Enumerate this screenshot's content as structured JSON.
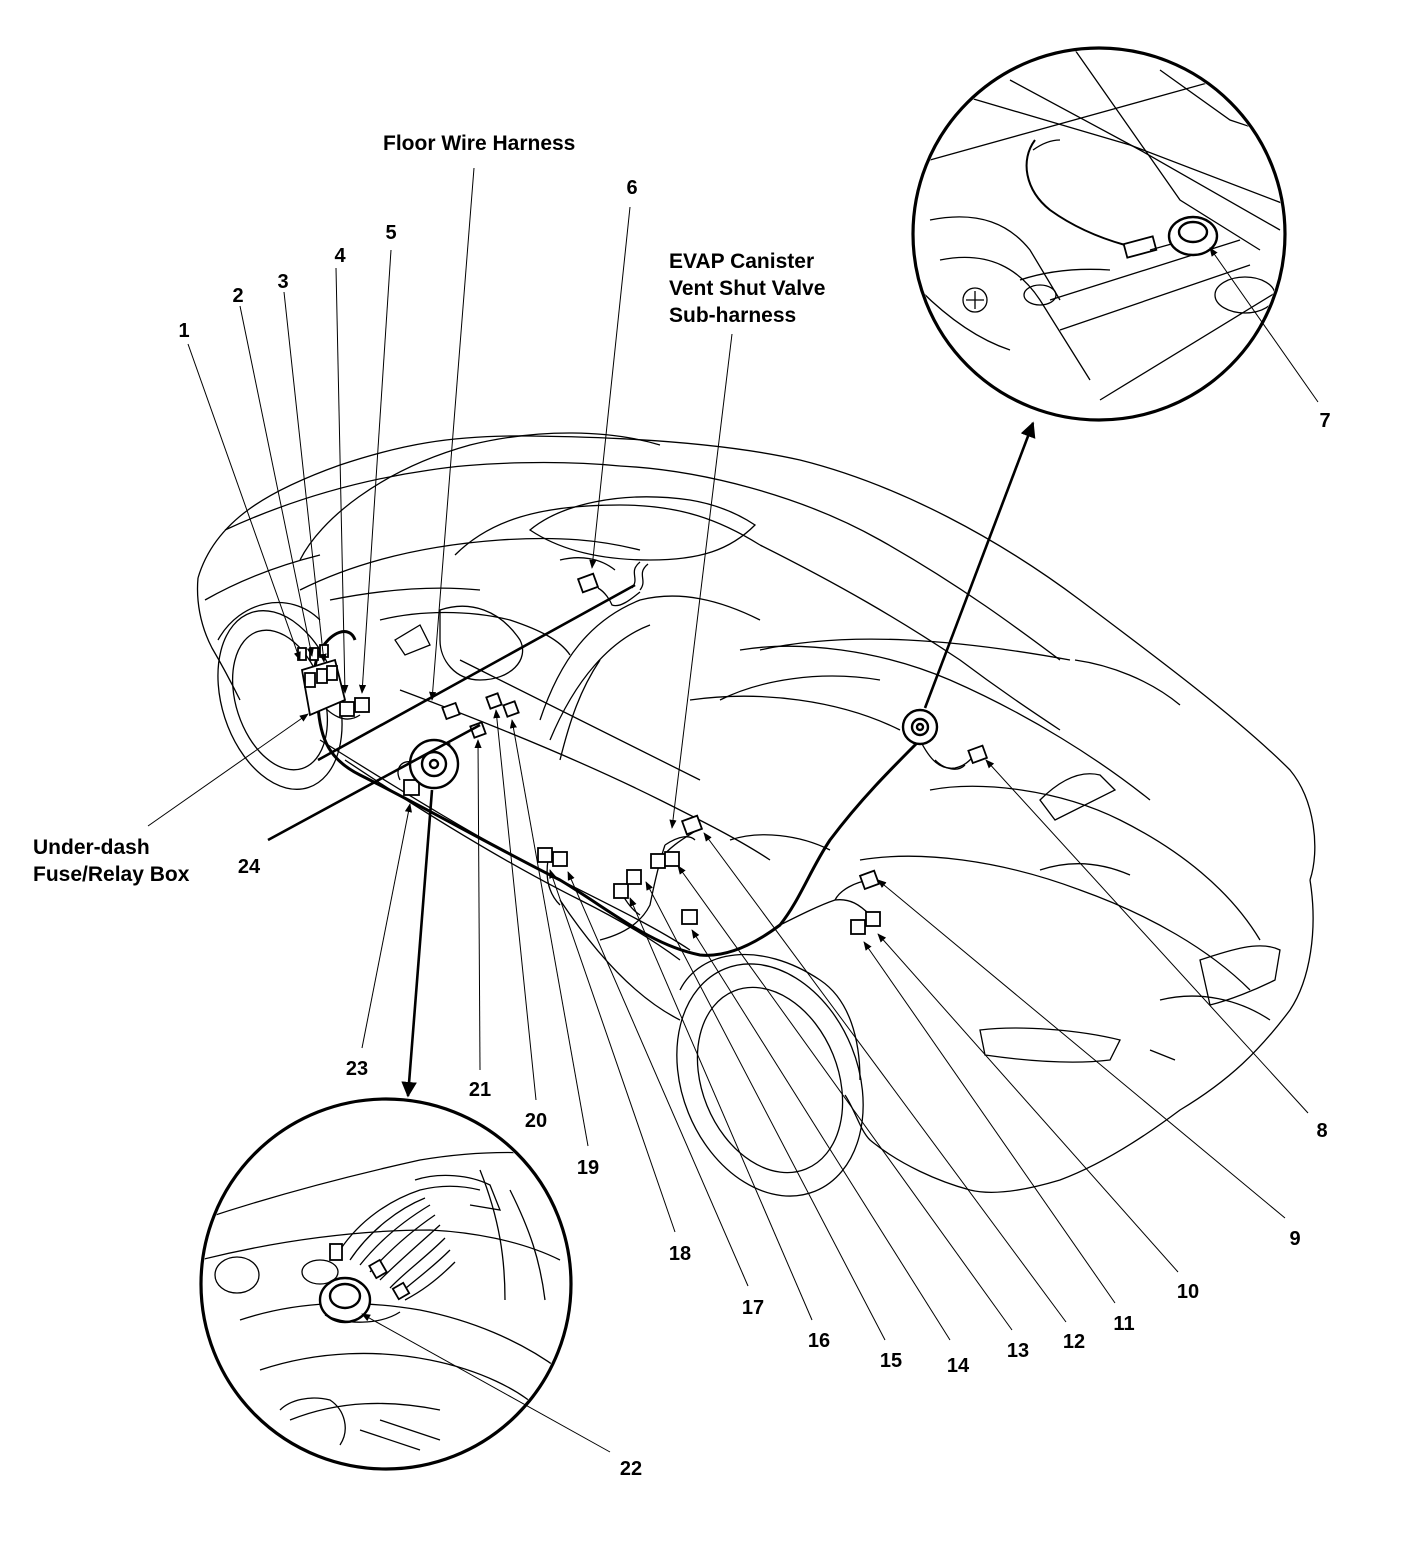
{
  "labels": {
    "floor_wire_harness": "Floor Wire Harness",
    "evap_line1": "EVAP Canister",
    "evap_line2": "Vent Shut Valve",
    "evap_line3": "Sub-harness",
    "under_dash_line1": "Under-dash",
    "under_dash_line2": "Fuse/Relay Box"
  },
  "callouts": [
    "1",
    "2",
    "3",
    "4",
    "5",
    "6",
    "7",
    "8",
    "9",
    "10",
    "11",
    "12",
    "13",
    "14",
    "15",
    "16",
    "17",
    "18",
    "19",
    "20",
    "21",
    "22",
    "23",
    "24"
  ]
}
